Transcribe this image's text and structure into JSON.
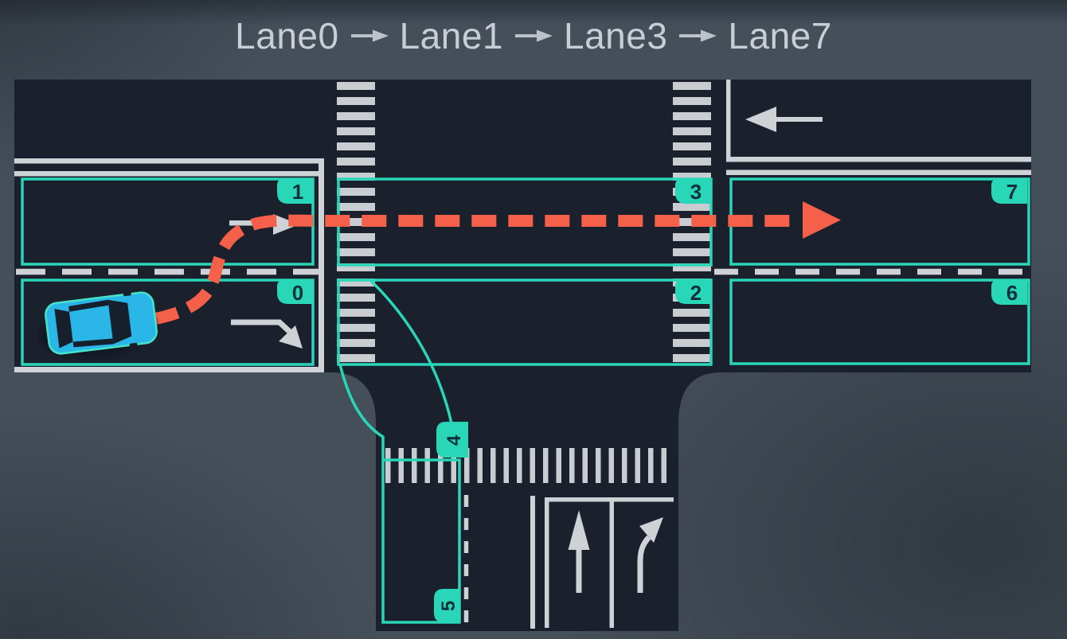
{
  "title": {
    "sequence": [
      "Lane0",
      "Lane1",
      "Lane3",
      "Lane7"
    ],
    "separator_icon": "right-arrow"
  },
  "route": {
    "lane_sequence": [
      "Lane0",
      "Lane1",
      "Lane3",
      "Lane7"
    ],
    "style": "dashed-with-arrowhead",
    "color": "#f4604a",
    "start": "ego-car in lane 0",
    "end": "arrowhead in lane 7"
  },
  "diagram": {
    "kind": "t-intersection-lane-map",
    "lanes": [
      {
        "id": 0,
        "label": "0",
        "marking": "right-turn-arrow",
        "occupant": "ego-car"
      },
      {
        "id": 1,
        "label": "1",
        "marking": "straight-arrow",
        "occupant": ""
      },
      {
        "id": 2,
        "label": "2",
        "marking": "",
        "occupant": ""
      },
      {
        "id": 3,
        "label": "3",
        "marking": "",
        "occupant": ""
      },
      {
        "id": 4,
        "label": "4",
        "marking": "",
        "occupant": ""
      },
      {
        "id": 5,
        "label": "5",
        "marking": "",
        "occupant": ""
      },
      {
        "id": 6,
        "label": "6",
        "marking": "",
        "occupant": ""
      },
      {
        "id": 7,
        "label": "7",
        "marking": "",
        "occupant": ""
      }
    ],
    "offroad_markings": [
      "left-arrow (east arm, opposite direction)",
      "up-arrow (south arm)",
      "up-right-turn-arrow (south arm)"
    ],
    "crosswalks": [
      "west",
      "east",
      "south"
    ],
    "colors": {
      "background": "#454f59",
      "road": "#1a212d",
      "marking": "#ced2d6",
      "lane_outline": "#29d6b8",
      "badge_fill": "#29d6b8",
      "badge_text": "#11313b",
      "route": "#f4604a",
      "car_body": "#2ab7e8",
      "car_outline": "#45e3c7",
      "car_glass": "#16202c",
      "title_text": "#c9ced4"
    }
  }
}
